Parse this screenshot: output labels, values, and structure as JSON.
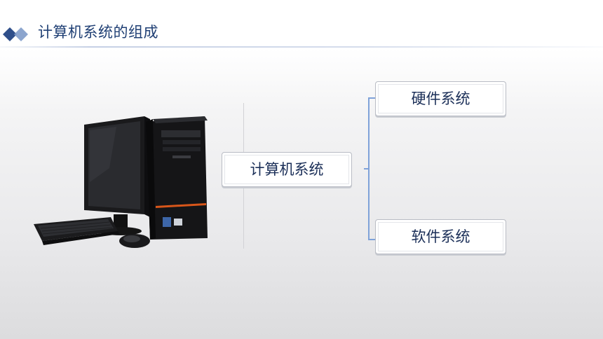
{
  "header": {
    "title": "计算机系统的组成"
  },
  "diagram": {
    "root": "计算机系统",
    "children": [
      "硬件系统",
      "软件系统"
    ]
  },
  "colors": {
    "title": "#1f3f74",
    "diamond_dark": "#2f4f8a",
    "diamond_light": "#7f9bc9",
    "bracket": "#7fa2d9",
    "node_text": "#1b2f58"
  },
  "icons": {
    "header": "diamond-icon",
    "image": "desktop-computer-icon"
  }
}
